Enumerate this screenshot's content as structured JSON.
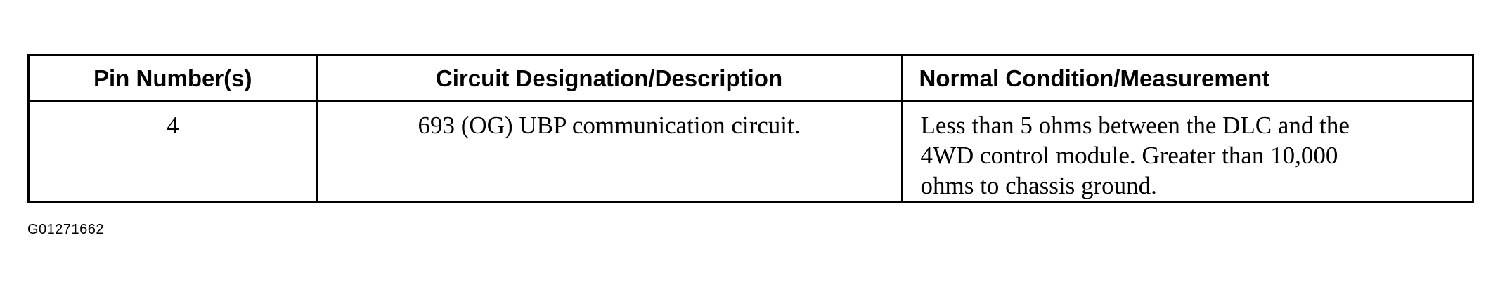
{
  "table": {
    "headers": {
      "pin": "Pin Number(s)",
      "circuit": "Circuit Designation/Description",
      "condition": "Normal Condition/Measurement"
    },
    "rows": [
      {
        "pin": "4",
        "circuit": "693 (OG) UBP communication circuit.",
        "condition_lines": [
          "Less than 5 ohms between the DLC and the",
          "4WD control module. Greater than 10,000",
          "ohms to chassis ground."
        ]
      }
    ]
  },
  "figure_id": "G01271662"
}
